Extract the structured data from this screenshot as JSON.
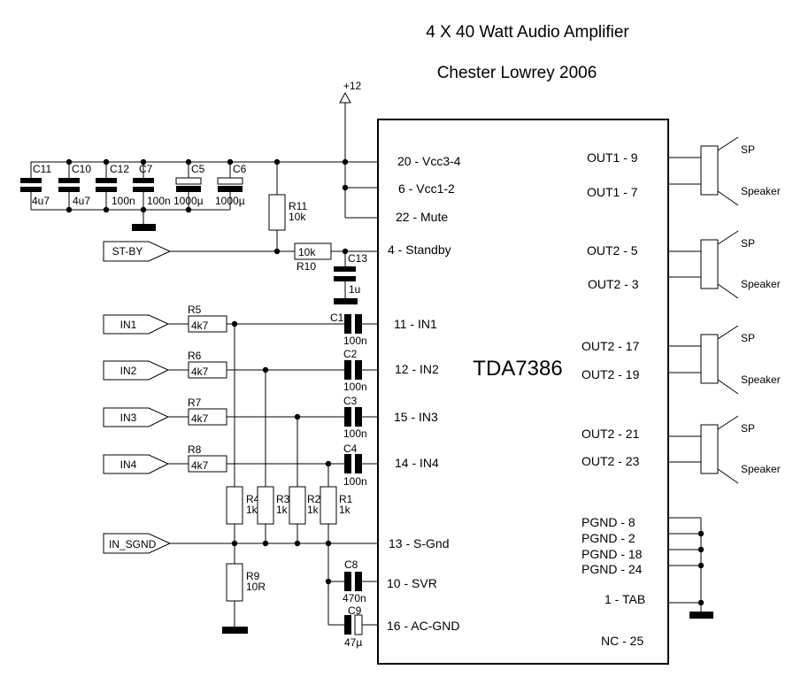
{
  "title": "4 X 40 Watt Audio Amplifier",
  "subtitle": "Chester Lowrey 2006",
  "power": {
    "supply_label": "+12"
  },
  "ic": {
    "name": "TDA7386",
    "left_pins": [
      "20 - Vcc3-4",
      "6 - Vcc1-2",
      "22 - Mute",
      "4 - Standby",
      "11 - IN1",
      "12 - IN2",
      "15 - IN3",
      "14 - IN4",
      "13 - S-Gnd",
      "10 - SVR",
      "16 - AC-GND"
    ],
    "right_pins": [
      "OUT1 - 9",
      "OUT1 - 7",
      "OUT2 - 5",
      "OUT2 - 3",
      "OUT2 - 17",
      "OUT2 - 19",
      "OUT2 - 21",
      "OUT2 - 23",
      "PGND - 8",
      "PGND - 2",
      "PGND - 18",
      "PGND - 24",
      "1 - TAB",
      "NC - 25"
    ]
  },
  "supply_caps": [
    {
      "name": "C11",
      "value": "4u7"
    },
    {
      "name": "C10",
      "value": "4u7"
    },
    {
      "name": "C12",
      "value": "100n"
    },
    {
      "name": "C7",
      "value": "100n"
    },
    {
      "name": "C5",
      "value": "1000µ"
    },
    {
      "name": "C6",
      "value": "1000µ"
    }
  ],
  "standby": {
    "tag": "ST-BY",
    "r11": {
      "name": "R11",
      "value": "10k"
    },
    "r10": {
      "name": "R10",
      "value": "10k"
    },
    "c13": {
      "name": "C13",
      "value": "1u"
    }
  },
  "inputs": [
    {
      "tag": "IN1",
      "resistor": {
        "name": "R5",
        "value": "4k7"
      },
      "cap": {
        "name": "C1",
        "value": "100n"
      }
    },
    {
      "tag": "IN2",
      "resistor": {
        "name": "R6",
        "value": "4k7"
      },
      "cap": {
        "name": "C2",
        "value": "100n"
      }
    },
    {
      "tag": "IN3",
      "resistor": {
        "name": "R7",
        "value": "4k7"
      },
      "cap": {
        "name": "C3",
        "value": "100n"
      }
    },
    {
      "tag": "IN4",
      "resistor": {
        "name": "R8",
        "value": "4k7"
      },
      "cap": {
        "name": "C4",
        "value": "100n"
      }
    }
  ],
  "bias_resistors": [
    {
      "name": "R4",
      "value": "1k"
    },
    {
      "name": "R3",
      "value": "1k"
    },
    {
      "name": "R2",
      "value": "1k"
    },
    {
      "name": "R1",
      "value": "1k"
    }
  ],
  "sgnd": {
    "tag": "IN_SGND",
    "r9": {
      "name": "R9",
      "value": "10R"
    },
    "c8": {
      "name": "C8",
      "value": "470n"
    },
    "c9": {
      "name": "C9",
      "value": "47µ"
    }
  },
  "speakers": [
    {
      "top": "SP",
      "bottom": "Speaker"
    },
    {
      "top": "SP",
      "bottom": "Speaker"
    },
    {
      "top": "SP",
      "bottom": "Speaker"
    },
    {
      "top": "SP",
      "bottom": "Speaker"
    }
  ]
}
